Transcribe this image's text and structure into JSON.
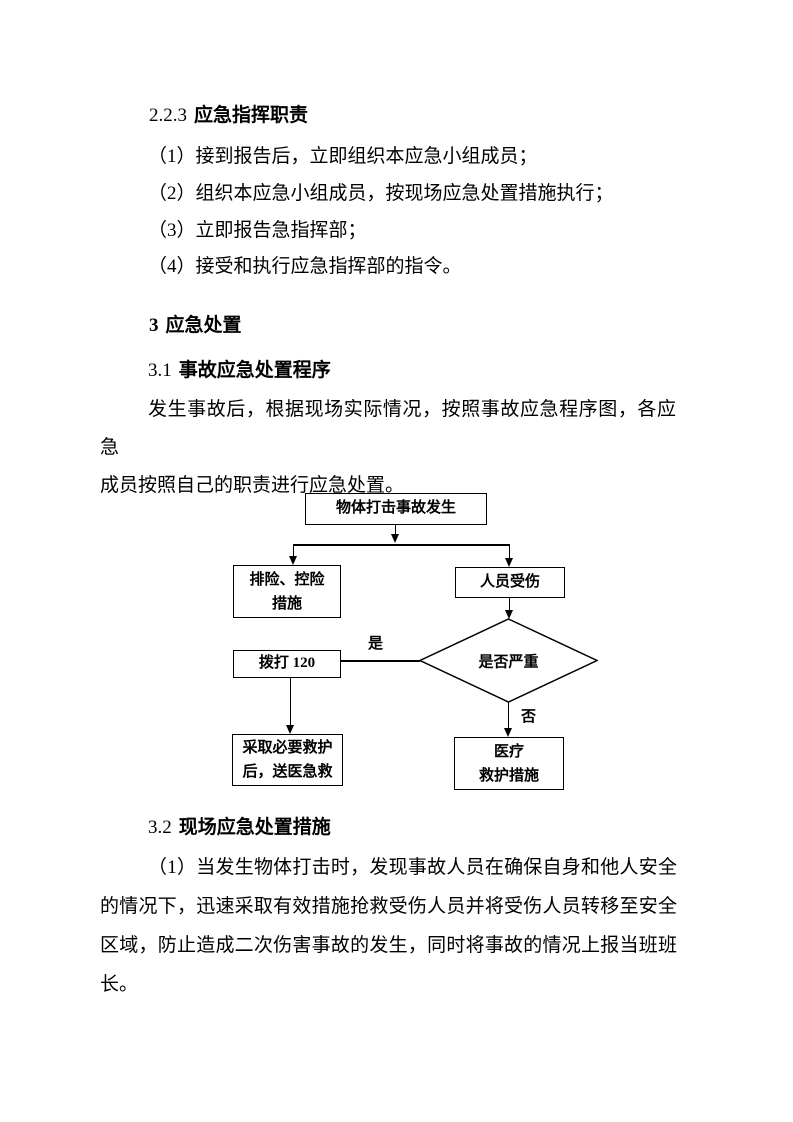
{
  "doc": {
    "h223": {
      "num": "2.2.3",
      "title": "应急指挥职责"
    },
    "items": [
      "（1）接到报告后，立即组织本应急小组成员；",
      "（2）组织本应急小组成员，按现场应急处置措施执行；",
      "（3）立即报告急指挥部；",
      "（4）接受和执行应急指挥部的指令。"
    ],
    "h3": {
      "num": "3",
      "title": "应急处置"
    },
    "h31": {
      "num": "3.1",
      "title": "事故应急处置程序"
    },
    "para31": {
      "lines": [
        "发生事故后，根据现场实际情况，按照事故应急程序图，各应急",
        "成员按照自己的职责进行应急处置。"
      ]
    },
    "h32": {
      "num": "3.2",
      "title": "现场应急处置措施"
    },
    "para32": {
      "lines": [
        "（1）当发生物体打击时，发现事故人员在确保自身和他人安全",
        "的情况下，迅速采取有效措施抢救受伤人员并将受伤人员转移至安全",
        "区域，防止造成二次伤害事故的发生，同时将事故的情况上报当班班",
        "长。"
      ]
    }
  },
  "flowchart": {
    "start": "物体打击事故发生",
    "left_branch": {
      "line1": "排险、控险",
      "line2": "措施"
    },
    "right_branch": "人员受伤",
    "decision": "是否严重",
    "yes_label": "是",
    "no_label": "否",
    "call_box": "拨打 120",
    "rescue_box": {
      "line1": "采取必要救护",
      "line2": "后，送医急救"
    },
    "medical_box": {
      "line1": "医疗",
      "line2": "救护措施"
    },
    "line_color": "#000000"
  }
}
